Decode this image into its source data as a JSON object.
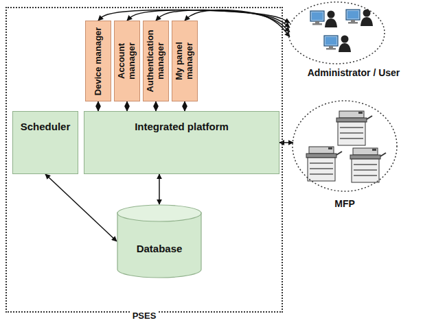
{
  "diagram": {
    "nodes": [
      {
        "text": [
          "PSES"
        ]
      },
      {
        "text": [
          "Device manager"
        ],
        "in": 0
      },
      {
        "text": [
          "Account manager"
        ],
        "in": 0
      },
      {
        "text": [
          "Authentication manager"
        ],
        "in": 0
      },
      {
        "text": [
          "My panel manager"
        ],
        "in": 0
      },
      {
        "text": [
          "Scheduler"
        ],
        "in": 0
      },
      {
        "text": [
          "Integrated platform"
        ],
        "in": 0
      },
      {
        "text": [
          "Database"
        ],
        "in": 0
      },
      {
        "text": [
          "Administrator / User"
        ]
      },
      {
        "text": [
          "MFP"
        ]
      }
    ],
    "edges": [
      {
        "from": 8,
        "to": 1,
        "arrow": "both"
      },
      {
        "from": 8,
        "to": 2,
        "arrow": "both"
      },
      {
        "from": 8,
        "to": 3,
        "arrow": "both"
      },
      {
        "from": 8,
        "to": 4,
        "arrow": "both"
      },
      {
        "from": 1,
        "to": 6,
        "arrow": "both"
      },
      {
        "from": 2,
        "to": 6,
        "arrow": "both"
      },
      {
        "from": 3,
        "to": 6,
        "arrow": "both"
      },
      {
        "from": 4,
        "to": 6,
        "arrow": "both"
      },
      {
        "from": 6,
        "to": 9,
        "arrow": "both"
      },
      {
        "from": 6,
        "to": 7,
        "arrow": "both"
      },
      {
        "from": 5,
        "to": 7,
        "arrow": "both"
      }
    ]
  }
}
